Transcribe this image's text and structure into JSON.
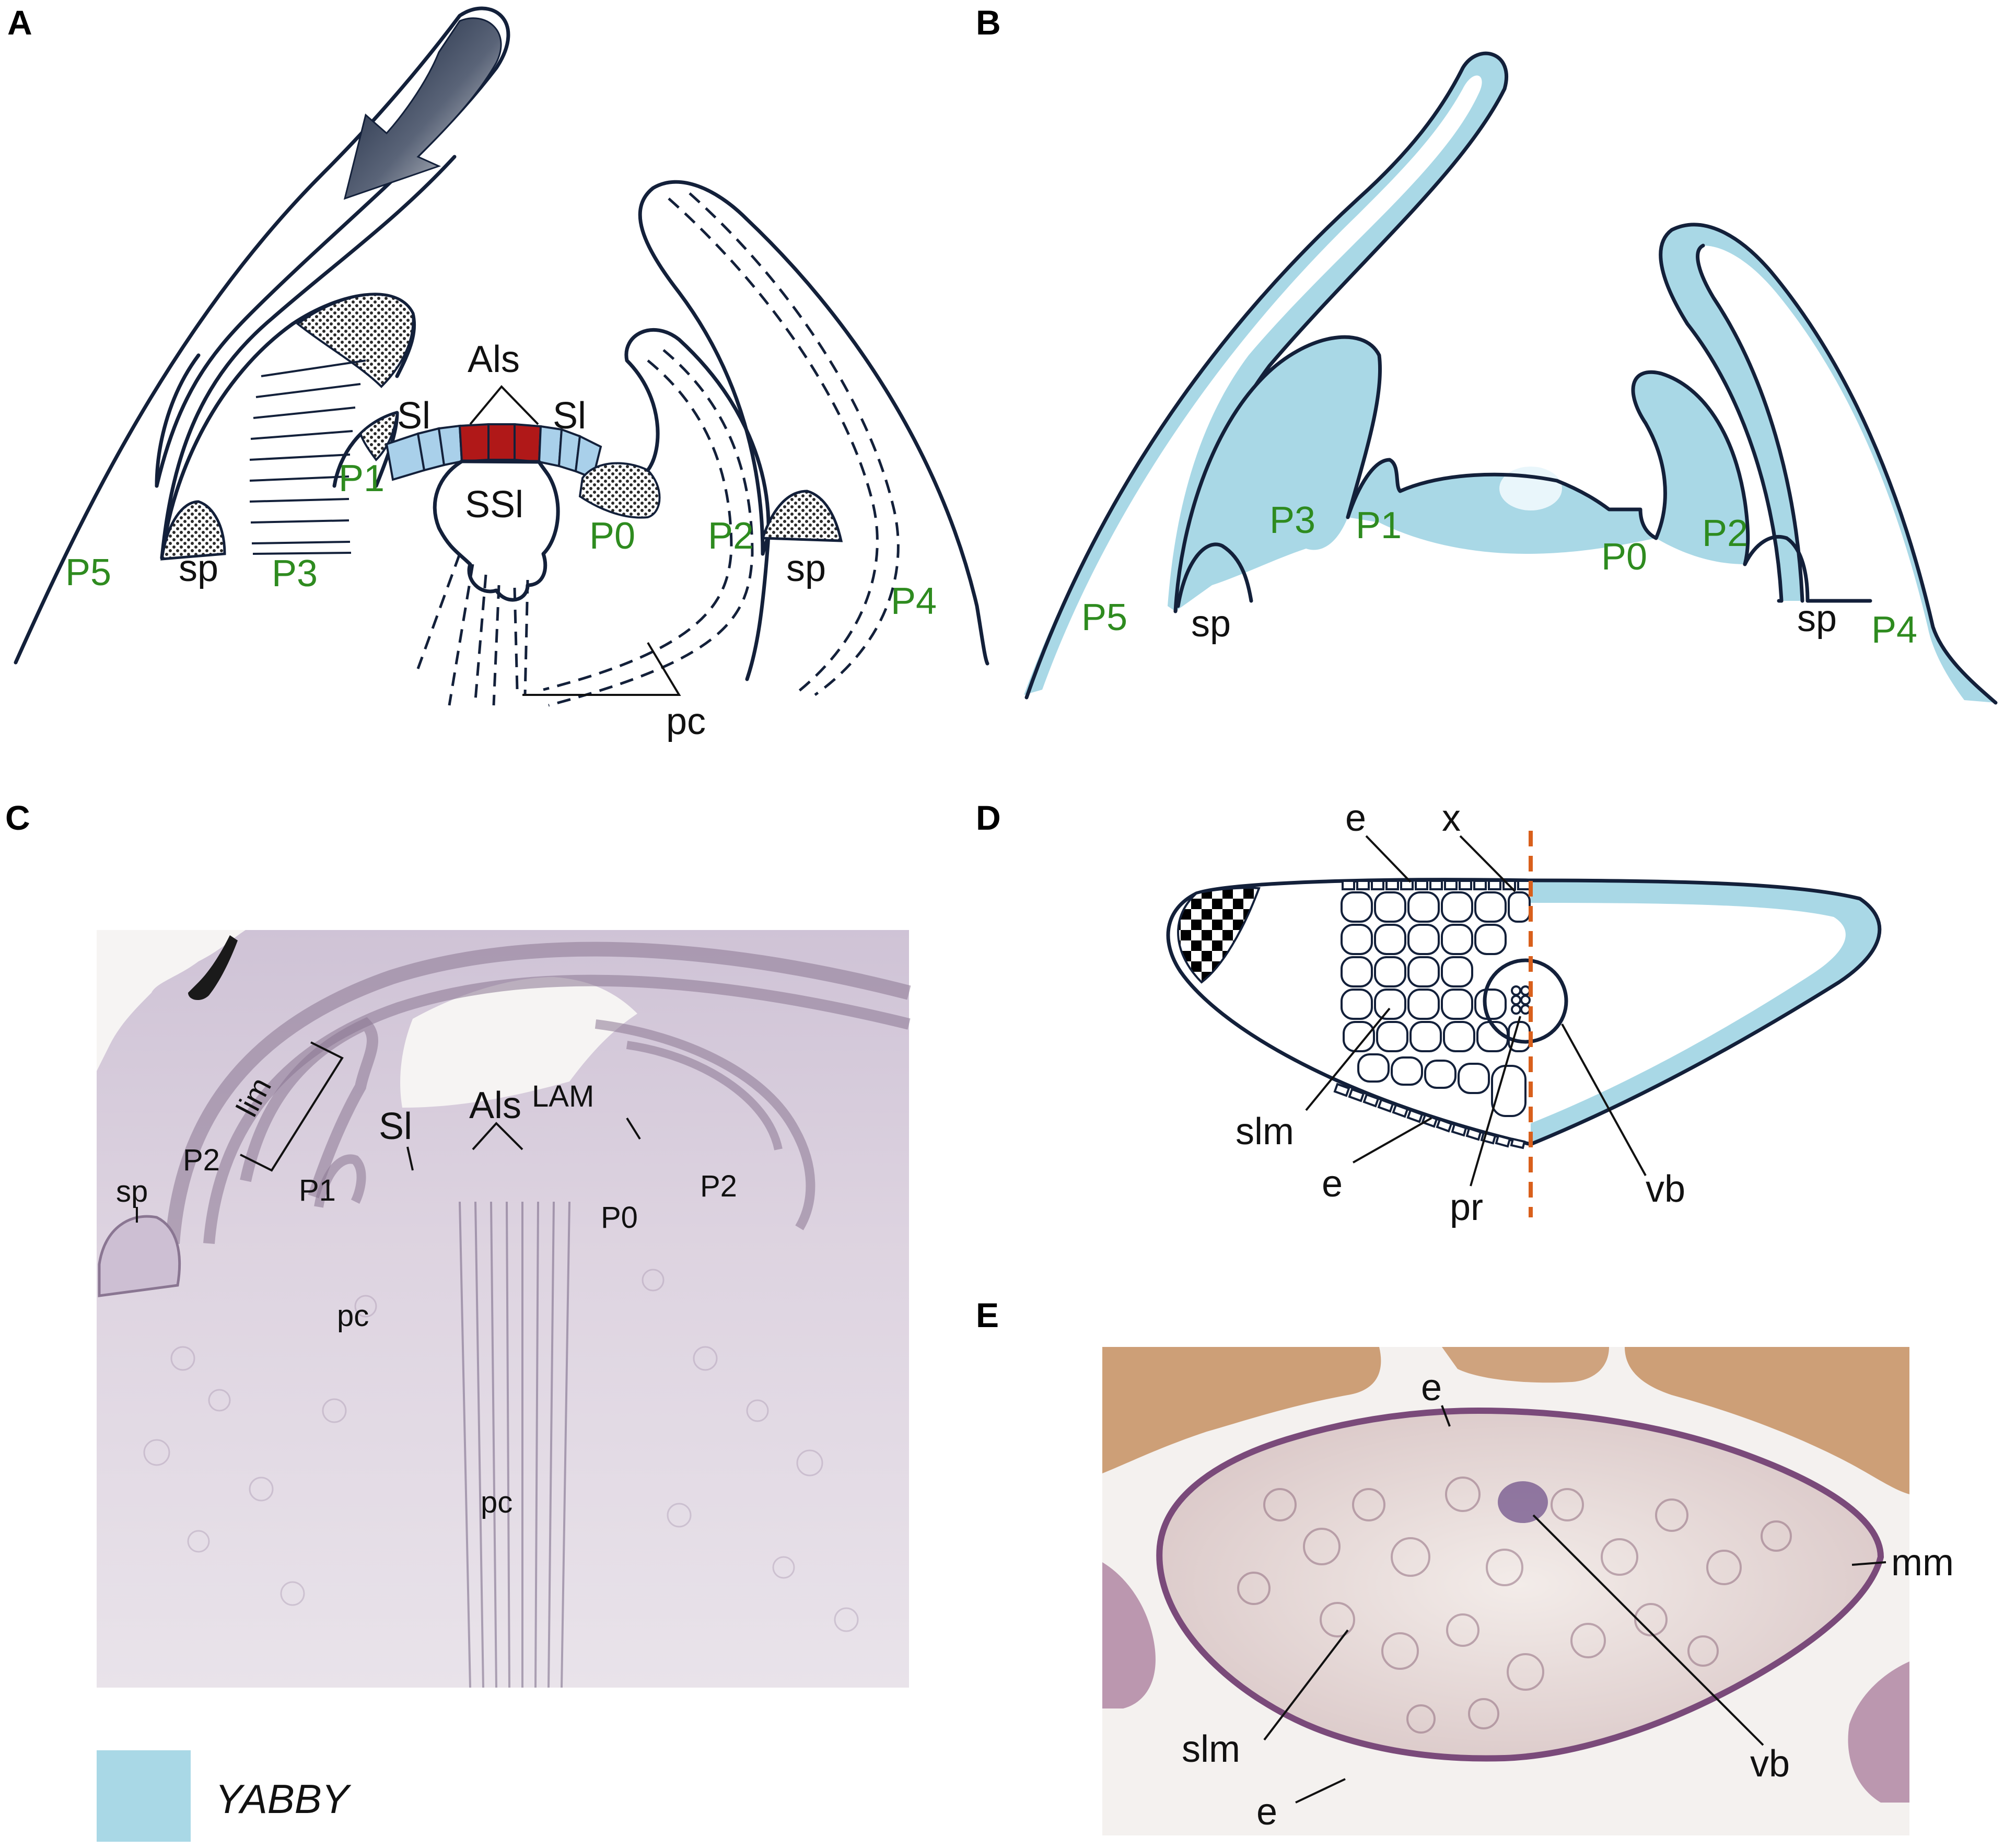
{
  "panels": {
    "A": {
      "label": "A",
      "leaves": [
        "P5",
        "P3",
        "P1",
        "P0",
        "P2",
        "P4"
      ],
      "als": "Als",
      "sl_left": "Sl",
      "sl_right": "Sl",
      "ssl": "SSl",
      "sp_left": "sp",
      "sp_right": "sp",
      "pc": "pc"
    },
    "B": {
      "label": "B",
      "leaves": [
        "P5",
        "P3",
        "P1",
        "P0",
        "P2",
        "P4"
      ],
      "sp_left": "sp",
      "sp_right": "sp"
    },
    "C": {
      "label": "C",
      "lim": "lim",
      "sl": "Sl",
      "als": "Als",
      "lam": "LAM",
      "sp": "sp",
      "p2_left": "P2",
      "p1": "P1",
      "p0": "P0",
      "p2_right": "P2",
      "pc_upper": "pc",
      "pc_lower": "pc"
    },
    "D": {
      "label": "D",
      "e_top": "e",
      "x": "x",
      "slm": "slm",
      "e_bottom": "e",
      "pr": "pr",
      "vb": "vb"
    },
    "E": {
      "label": "E",
      "e_top": "e",
      "mm": "mm",
      "slm": "slm",
      "vb": "vb",
      "e_bottom": "e"
    }
  },
  "legend": {
    "label": "YABBY",
    "color": "#a9d8e6"
  },
  "colors": {
    "leaf_label": "#2e8b1f",
    "yabby_blue": "#a9d8e6",
    "als_red": "#b01818",
    "sl_blue": "#a9d0ea",
    "outline": "#13203a",
    "orange_dash": "#d9601c"
  }
}
